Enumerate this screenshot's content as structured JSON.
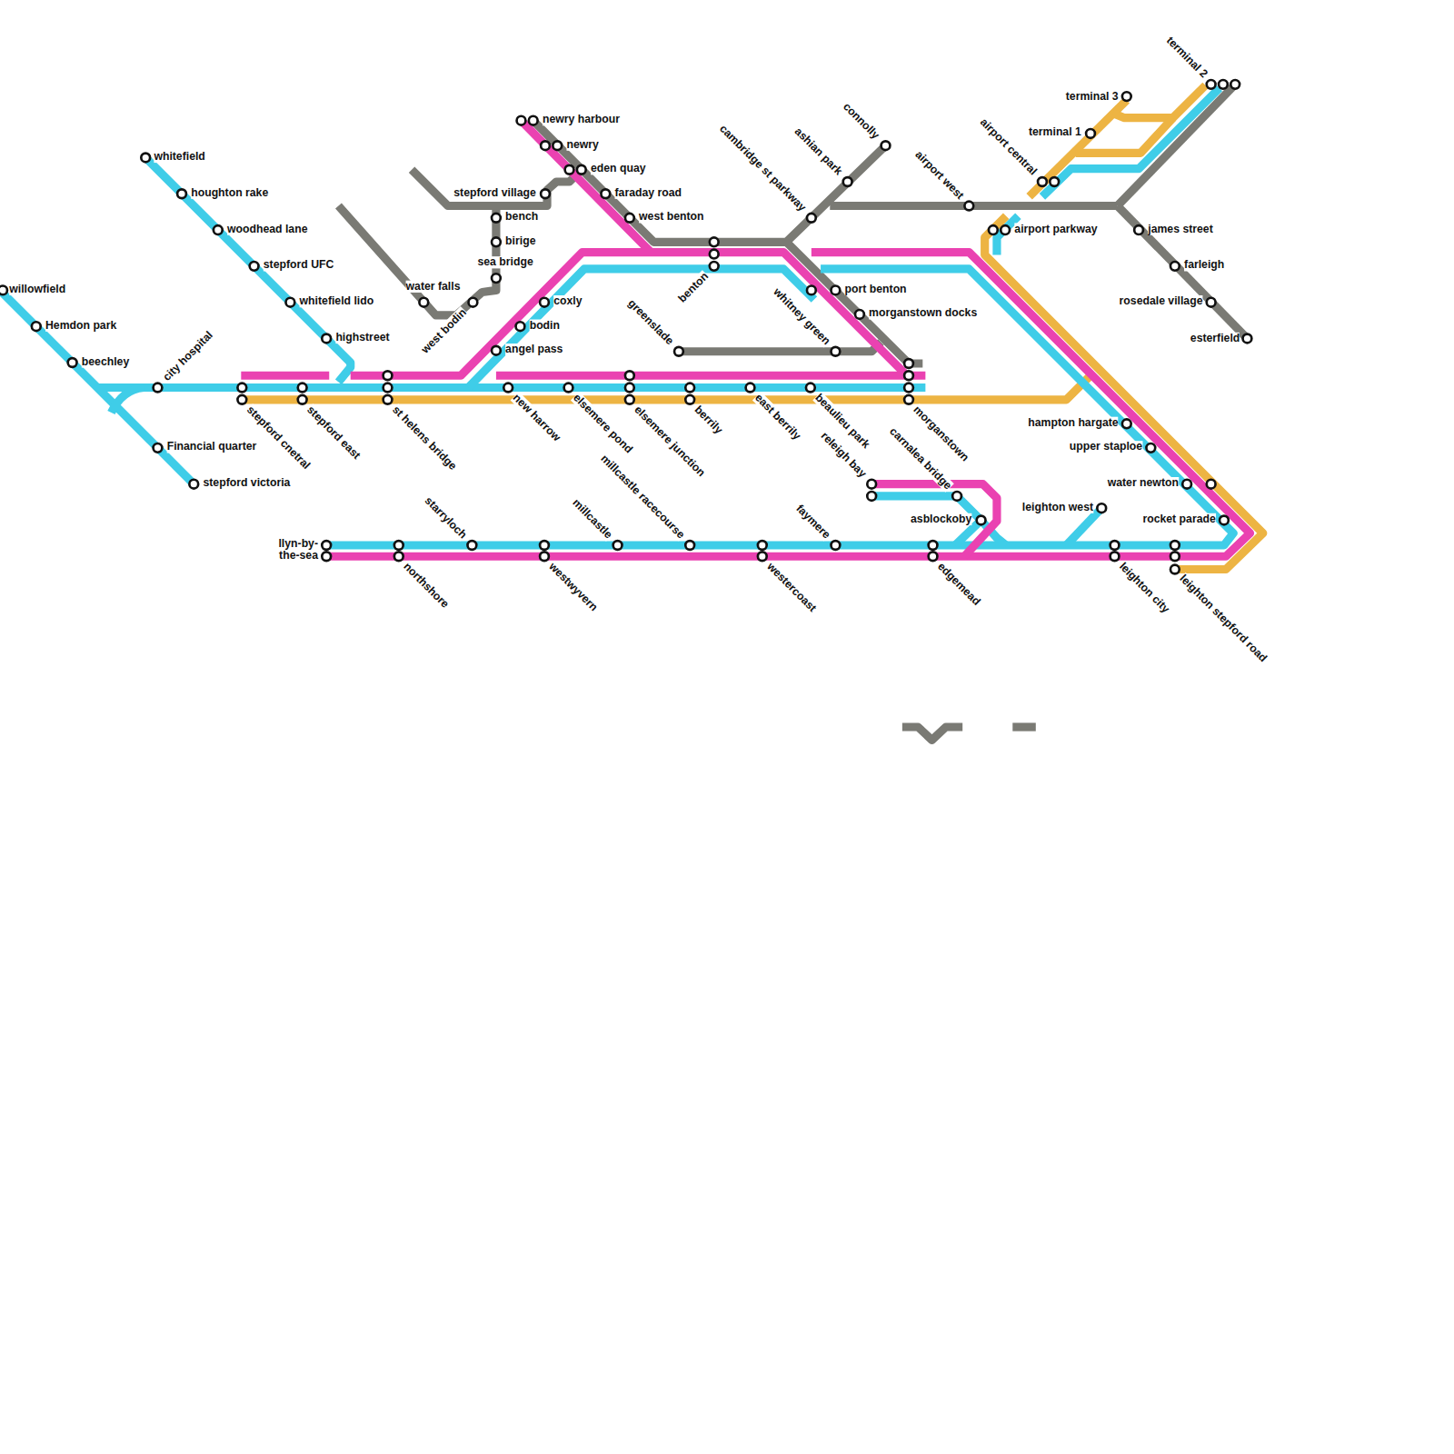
{
  "diagram": {
    "labels": [
      "terminal 2",
      "terminal 3",
      "newry harbour",
      "terminal 1",
      "connolly",
      "cambridge st parkway",
      "ashian park",
      "airport central",
      "newry",
      "whitefield",
      "airport west",
      "eden quay",
      "stepford village",
      "faraday road",
      "houghton rake",
      "bench",
      "west benton",
      "woodhead lane",
      "airport parkway",
      "james street",
      "birige",
      "sea bridge",
      "stepford UFC",
      "farleigh",
      "benton",
      "water falls",
      "whitney green",
      "greenslade",
      "willowfield",
      "port benton",
      "coxly",
      "whitefield lido",
      "west bodin",
      "rosedale village",
      "morganstown docks",
      "Hemdon park",
      "bodin",
      "highstreet",
      "esterfield",
      "angel pass",
      "beechley",
      "city hospital",
      "stepford cnetral",
      "stepford east",
      "st helens bridge",
      "new harrow",
      "elsemere pond",
      "elsemere junction",
      "berrily",
      "east berrily",
      "beaulieu park",
      "morganstown",
      "hampton hargate",
      "upper staploe",
      "Financial quarter",
      "stepford victoria",
      "releigh bay",
      "carnalea bridge",
      "water newton",
      "leighton west",
      "asblockoby",
      "rocket parade",
      "starryloch",
      "millcastle",
      "millcastle racecourse",
      "faymere",
      "llyn-by- the-sea",
      "northshore",
      "westwyvern",
      "westercoast",
      "edgemead",
      "leighton city",
      "leighton stepford road"
    ]
  }
}
